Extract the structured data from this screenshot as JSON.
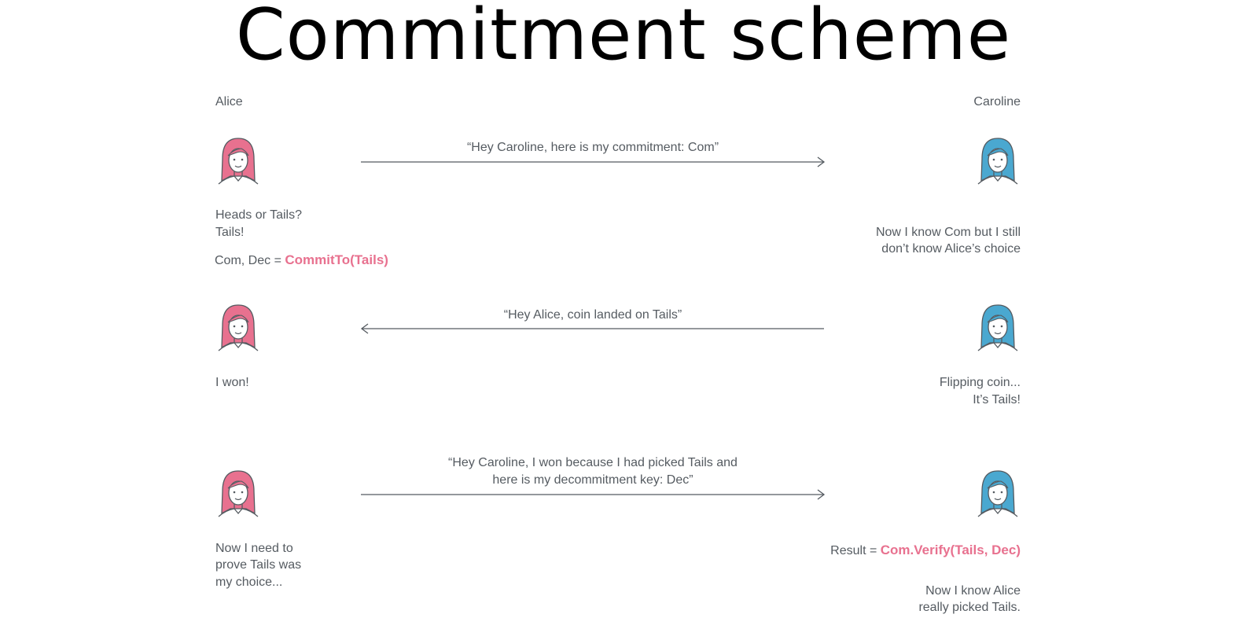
{
  "title": "Commitment scheme",
  "participants": {
    "left": "Alice",
    "right": "Caroline"
  },
  "colors": {
    "alice": "#e8718f",
    "caroline": "#4aa8d0",
    "accent": "#e8718f",
    "line": "#555b61"
  },
  "icons": {
    "alice": "woman-avatar-icon",
    "caroline": "woman-avatar-icon"
  },
  "step1": {
    "message": "“Hey Caroline, here is my commitment: Com”",
    "alice_line1": "Heads or Tails?",
    "alice_line2": "Tails!",
    "commit_prefix": "Com, Dec = ",
    "commit_fn": "CommitTo(Tails)",
    "caroline_line1": "Now I know Com but I still",
    "caroline_line2": "don’t know Alice’s choice"
  },
  "step2": {
    "message": "“Hey Alice, coin landed on Tails”",
    "alice_text": "I won!",
    "caroline_line1": "Flipping coin...",
    "caroline_line2": "It’s Tails!"
  },
  "step3": {
    "message_line1": "“Hey Caroline, I won because I had picked Tails and",
    "message_line2": "here is my decommitment key: Dec”",
    "alice_line1": "Now I need to",
    "alice_line2": "prove Tails was",
    "alice_line3": "my choice...",
    "result_prefix": "Result  = ",
    "result_fn": "Com.Verify(Tails, Dec)",
    "caroline_line1": "Now I know Alice",
    "caroline_line2": "really picked Tails."
  }
}
